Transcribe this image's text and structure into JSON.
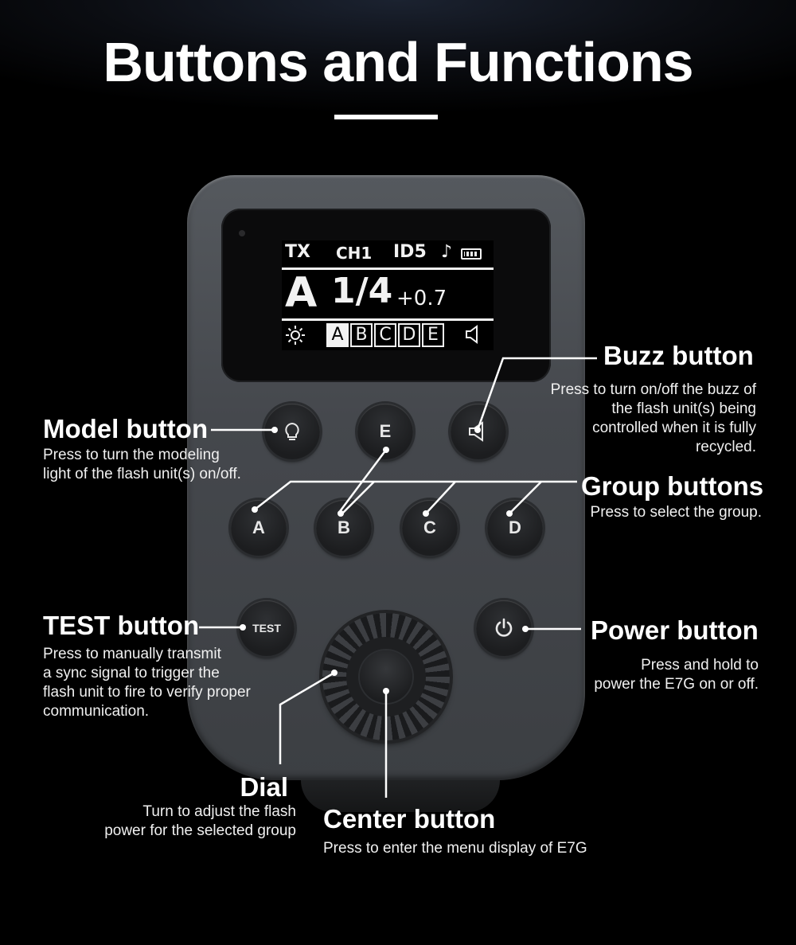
{
  "title": "Buttons and Functions",
  "lcd": {
    "mode_tx": "TX",
    "channel": "CH1",
    "id": "ID5",
    "note": "♪",
    "group_mode": "A",
    "power": "1/4",
    "compensation": "+0.7",
    "groups": [
      "A",
      "B",
      "C",
      "D",
      "E"
    ]
  },
  "buttons": {
    "e": "E",
    "a": "A",
    "b": "B",
    "c": "C",
    "d": "D",
    "test": "TEST"
  },
  "callouts": {
    "buzz": {
      "head": "Buzz button",
      "lines": [
        "Press to turn on/off the buzz of",
        "the flash unit(s) being",
        "controlled when it is fully",
        "recycled."
      ]
    },
    "model": {
      "head": "Model button",
      "lines": [
        "Press to turn the modeling",
        "light of the flash unit(s) on/off."
      ]
    },
    "group": {
      "head": "Group buttons",
      "lines": [
        "Press to select the group."
      ]
    },
    "test": {
      "head": "TEST button",
      "lines": [
        "Press to manually transmit",
        "a sync signal to trigger the",
        "flash unit to fire to verify proper",
        "communication."
      ]
    },
    "power": {
      "head": "Power button",
      "lines": [
        "Press and hold to",
        "power the E7G on or off."
      ]
    },
    "dial": {
      "head": "Dial",
      "lines": [
        "Turn to adjust the flash",
        "power for the selected group"
      ]
    },
    "center": {
      "head": "Center button",
      "lines": [
        "Press to enter the menu display of E7G"
      ]
    }
  },
  "icons": [
    "bulb-icon",
    "speaker-icon",
    "power-icon",
    "sun-icon",
    "battery-icon"
  ]
}
